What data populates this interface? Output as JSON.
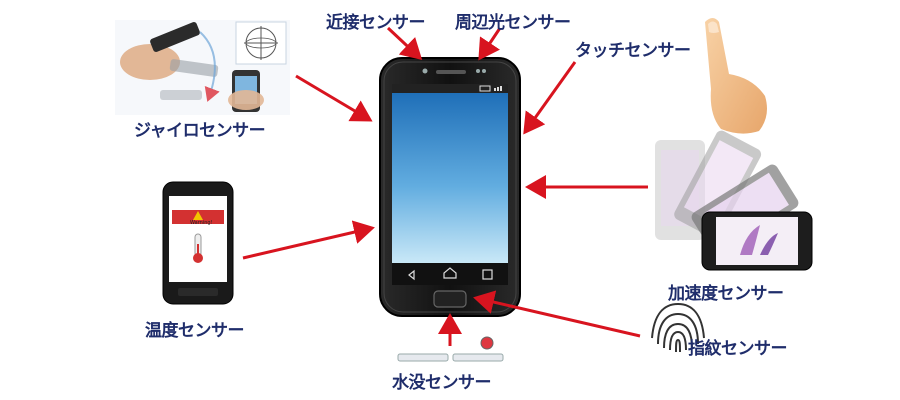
{
  "labels": {
    "proximity": "近接センサー",
    "ambient_light": "周辺光センサー",
    "touch": "タッチセンサー",
    "gyro": "ジャイロセンサー",
    "acceleration": "加速度センサー",
    "temperature": "温度センサー",
    "fingerprint": "指紋センサー",
    "water": "水没センサー",
    "warning": "Warning!"
  },
  "colors": {
    "label": "#1f2d6b",
    "arrow": "#d8141f",
    "phone_body": "#1a1a1a",
    "screen_top": "#1f6fb8",
    "screen_bottom": "#bfe3f6"
  }
}
